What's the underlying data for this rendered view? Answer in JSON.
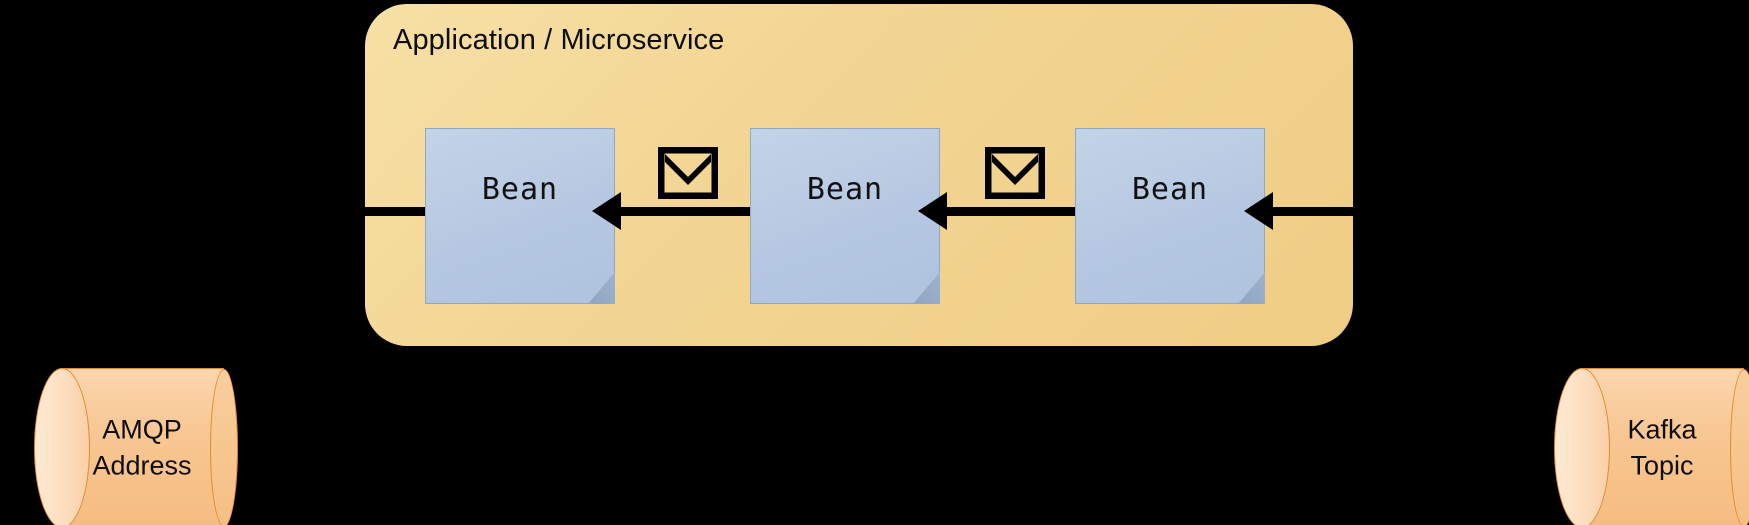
{
  "diagram": {
    "background_color": "#000000",
    "title": "Application / Microservice"
  },
  "app_panel": {
    "title": "Application / Microservice",
    "fill_color": "#F2D492",
    "border_radius": "42px"
  },
  "beans": [
    {
      "label": "Bean",
      "id": "bean-1",
      "fill_color": "#B6C8E1"
    },
    {
      "label": "Bean",
      "id": "bean-2",
      "fill_color": "#B6C8E1"
    },
    {
      "label": "Bean",
      "id": "bean-3",
      "fill_color": "#B6C8E1"
    }
  ],
  "envelopes": [
    {
      "icon": "envelope-icon",
      "id": "envelope-1",
      "color": "#000000"
    },
    {
      "icon": "envelope-icon",
      "id": "envelope-2",
      "color": "#000000"
    }
  ],
  "arrows": {
    "direction": "right-to-left",
    "color": "#000000",
    "count": 4
  },
  "endpoints": [
    {
      "id": "amqp-address",
      "line1": "AMQP",
      "line2": "Address",
      "shape": "cylinder",
      "fill_color": "#F8C793",
      "stroke_color": "#E08A31"
    },
    {
      "id": "kafka-topic",
      "line1": "Kafka",
      "line2": "Topic",
      "shape": "cylinder",
      "fill_color": "#F8C793",
      "stroke_color": "#E08A31"
    }
  ]
}
